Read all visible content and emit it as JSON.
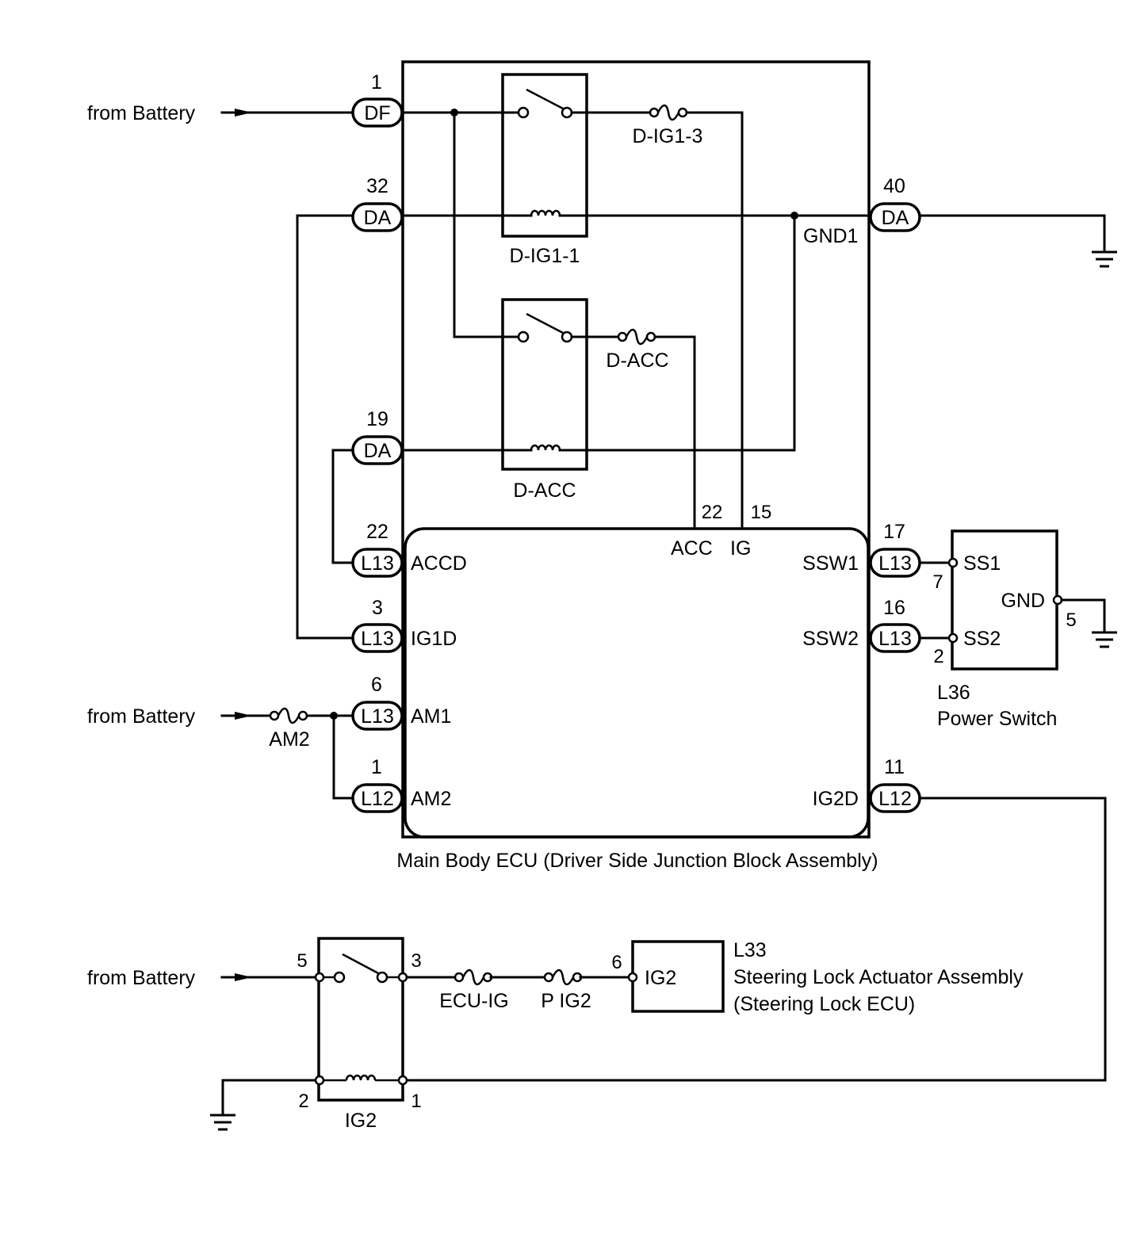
{
  "sources": {
    "battery_df": "from Battery",
    "battery_am": "from Battery",
    "battery_ig2": "from Battery"
  },
  "fuses": {
    "d_ig1_3": "D-IG1-3",
    "d_acc": "D-ACC",
    "am2": "AM2",
    "ecu_ig": "ECU-IG",
    "p_ig2": "P IG2"
  },
  "relays": {
    "d_ig1_1": "D-IG1-1",
    "d_acc": "D-ACC",
    "ig2": "IG2"
  },
  "connectors": {
    "df_1": {
      "pin": "1",
      "code": "DF"
    },
    "da_32": {
      "pin": "32",
      "code": "DA"
    },
    "da_40": {
      "pin": "40",
      "code": "DA"
    },
    "da_19": {
      "pin": "19",
      "code": "DA"
    },
    "l13_22": {
      "pin": "22",
      "code": "L13"
    },
    "l13_3": {
      "pin": "3",
      "code": "L13"
    },
    "l13_6": {
      "pin": "6",
      "code": "L13"
    },
    "l12_1": {
      "pin": "1",
      "code": "L12"
    },
    "l13_17": {
      "pin": "17",
      "code": "L13"
    },
    "l13_16": {
      "pin": "16",
      "code": "L13"
    },
    "l12_11": {
      "pin": "11",
      "code": "L12"
    }
  },
  "ecu": {
    "name": "Main Body ECU (Driver Side Junction Block Assembly)",
    "gnd1": "GND1",
    "internal_pin_acc": "22",
    "internal_pin_ig": "15",
    "terminals": {
      "accd": "ACCD",
      "ig1d": "IG1D",
      "am1": "AM1",
      "am2": "AM2",
      "acc": "ACC",
      "ig": "IG",
      "ssw1": "SSW1",
      "ssw2": "SSW2",
      "ig2d": "IG2D"
    }
  },
  "power_switch": {
    "code": "L36",
    "name": "Power Switch",
    "terminals": {
      "ss1": "SS1",
      "ss2": "SS2",
      "gnd": "GND"
    },
    "pins": {
      "ss1": "7",
      "ss2": "2",
      "gnd": "5"
    }
  },
  "steering_lock": {
    "code": "L33",
    "name": "Steering Lock Actuator Assembly",
    "subname": "(Steering Lock ECU)",
    "terminal": "IG2",
    "pin": "6"
  },
  "ig2_relay_pins": {
    "p5": "5",
    "p3": "3",
    "p2": "2",
    "p1": "1"
  }
}
